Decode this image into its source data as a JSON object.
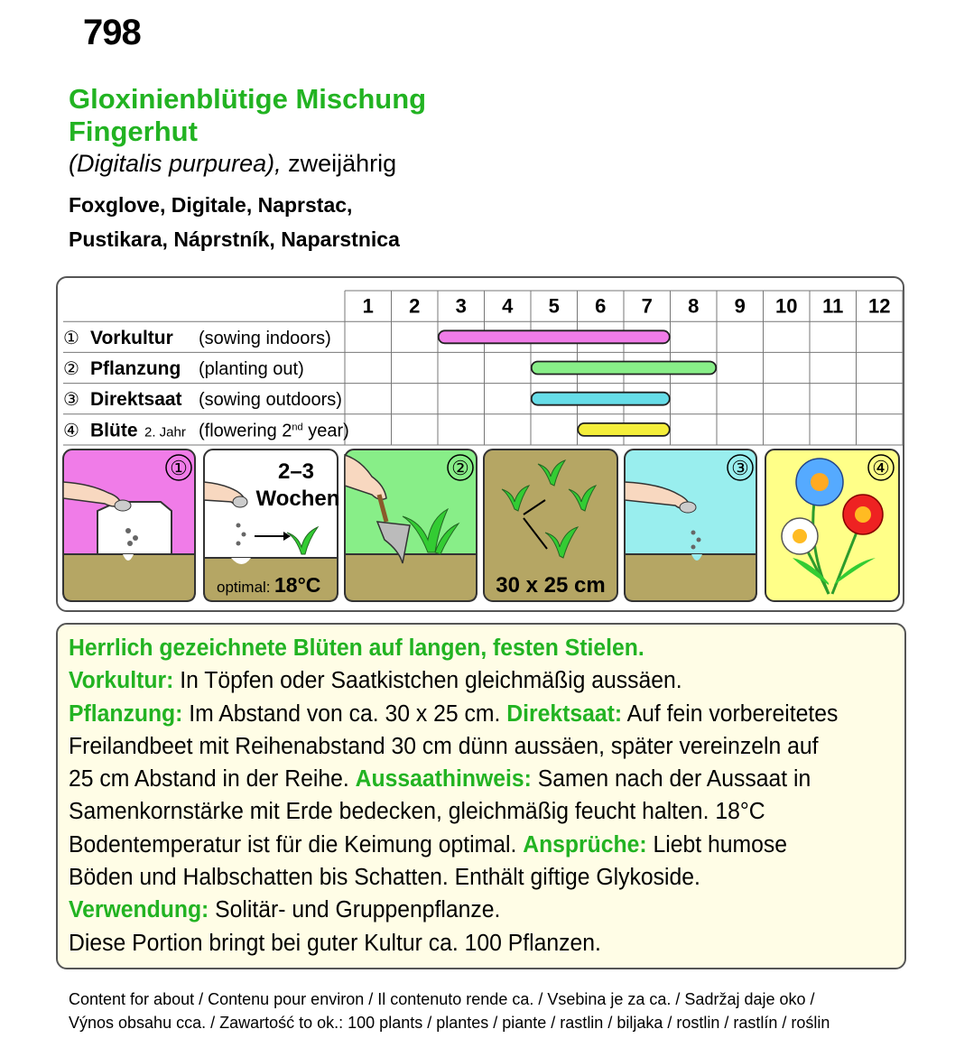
{
  "article_number": "798",
  "title_line1": "Gloxinienblütige Mischung",
  "title_line2": "Fingerhut",
  "latin_name": "(Digitalis purpurea),",
  "lifecycle": " zweijährig",
  "common_names_line1": "Foxglove, Digitale, Naprstac,",
  "common_names_line2": "Pustikara, Náprstník, Naparstnica",
  "calendar": {
    "months": [
      "1",
      "2",
      "3",
      "4",
      "5",
      "6",
      "7",
      "8",
      "9",
      "10",
      "11",
      "12"
    ],
    "rows": [
      {
        "num": "①",
        "name": "Vorkultur",
        "suffix": "",
        "desc": "(sowing indoors)",
        "start": 3,
        "end": 7,
        "color": "#f07ce8"
      },
      {
        "num": "②",
        "name": "Pflanzung",
        "suffix": "",
        "desc": "(planting out)",
        "start": 5,
        "end": 8,
        "color": "#88ee88"
      },
      {
        "num": "③",
        "name": "Direktsaat",
        "suffix": "",
        "desc": "(sowing outdoors)",
        "start": 5,
        "end": 7,
        "color": "#66dde8"
      },
      {
        "num": "④",
        "name": "Blüte",
        "suffix": "2. Jahr",
        "desc_a": "(flowering 2",
        "desc_sup": "nd",
        "desc_b": " year)",
        "start": 6,
        "end": 7,
        "color": "#f4ee3a"
      }
    ]
  },
  "tiles": {
    "tile1_num": "①",
    "tile2_weeks": "2–3",
    "tile2_weeks_label": "Wochen",
    "tile2_optimal": "optimal:",
    "tile2_temp": "18°C",
    "tile3_num": "②",
    "tile4_spacing": "30 x 25 cm",
    "tile5_num": "③",
    "tile6_num": "④"
  },
  "colors": {
    "green": "#22b322",
    "soil": "#b5a664",
    "tile_pink": "#f07ce8",
    "tile_green": "#88ee88",
    "tile_cyan": "#99eeee",
    "tile_yellow": "#ffff88"
  },
  "info": {
    "headline": "Herrlich gezeichnete Blüten auf langen, festen Stielen.",
    "vorkultur_label": "Vorkultur:",
    "vorkultur_text": " In Töpfen oder Saatkistchen gleichmäßig aussäen.",
    "pflanzung_label": "Pflanzung:",
    "pflanzung_text": " Im Abstand von ca. 30 x 25 cm. ",
    "direktsaat_label": "Direktsaat:",
    "direktsaat_text1": " Auf fein vorbereitetes",
    "line4": "Freilandbeet mit Reihenabstand 30 cm dünn aussäen, später vereinzeln auf",
    "line5_text": "25 cm Abstand in der Reihe. ",
    "aussaat_label": "Aussaathinweis:",
    "aussaat_text1": " Samen nach der Aussaat in",
    "line6": "Samenkornstärke mit Erde bedecken, gleichmäßig feucht halten. 18°C",
    "line7_text": "Bodentemperatur ist für die Keimung optimal. ",
    "ansprueche_label": "Ansprüche:",
    "ansprueche_text1": " Liebt humose",
    "line8": "Böden und Halbschatten bis Schatten. Enthält giftige Glykoside.",
    "verwendung_label": "Verwendung:",
    "verwendung_text": " Solitär- und Gruppenpflanze.",
    "portion": "Diese Portion bringt bei guter Kultur ca. 100 Pflanzen."
  },
  "footer": {
    "line1": "Content for about / Contenu pour environ / Il contenuto rende ca. / Vsebina je za ca. / Sadržaj daje oko /",
    "line2": "Výnos obsahu cca. / Zawartość to ok.: 100 plants / plantes / piante / rastlin / biljaka / rostlin / rastlín / roślin"
  }
}
